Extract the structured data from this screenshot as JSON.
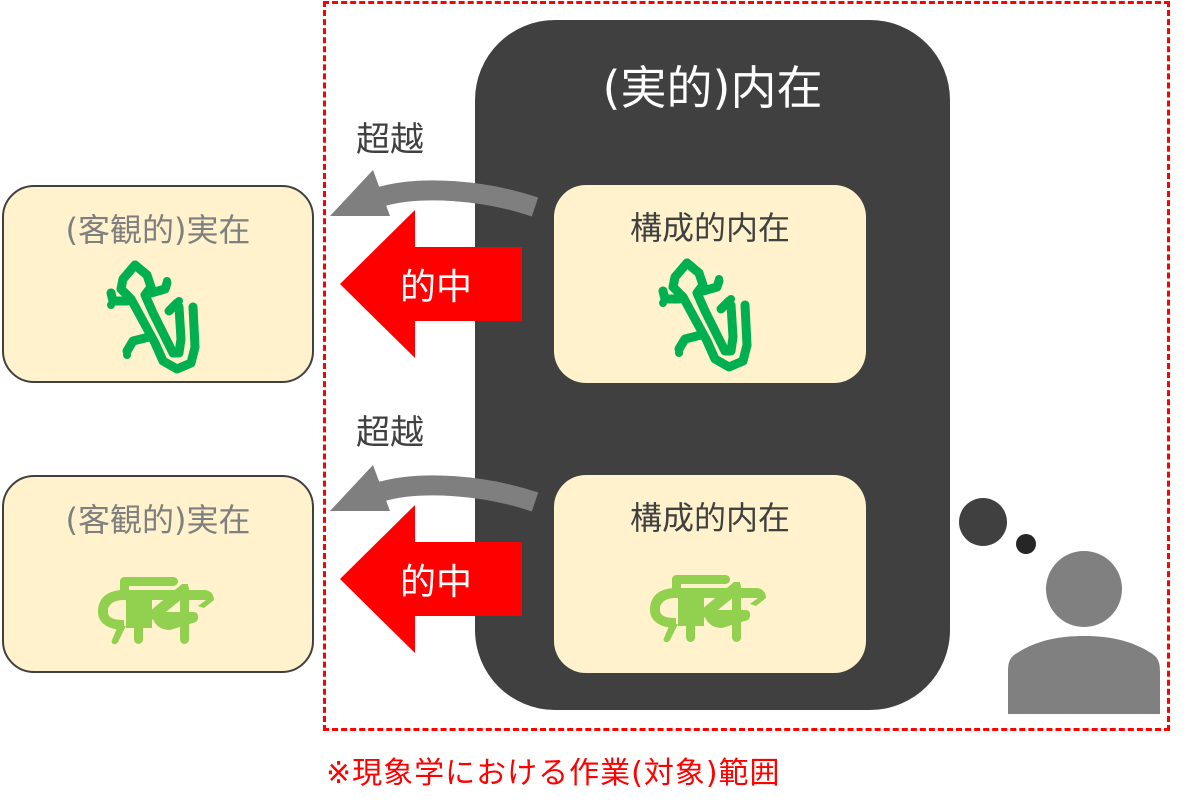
{
  "diagram": {
    "scope_note": "※現象学における作業(対象)範囲",
    "immanence_panel": {
      "title": "(実的)内在"
    },
    "rows": [
      {
        "external_card": {
          "title": "(客観的)実在",
          "icon": "lizard-icon"
        },
        "internal_card": {
          "title": "構成的内在",
          "icon": "lizard-icon"
        },
        "transcend_label": "超越",
        "hit_label": "的中"
      },
      {
        "external_card": {
          "title": "(客観的)実在",
          "icon": "grasshopper-icon"
        },
        "internal_card": {
          "title": "構成的内在",
          "icon": "grasshopper-icon"
        },
        "transcend_label": "超越",
        "hit_label": "的中"
      }
    ],
    "observer": {
      "icon": "person-thinking-icon"
    },
    "colors": {
      "scope_border": "#ff0000",
      "panel": "#404040",
      "card": "#fff2cc",
      "lizard": "#00b050",
      "grasshopper": "#92d050",
      "hit_arrow": "#ff0000",
      "transcend_arrow": "#7f7f7f",
      "person": "#808080"
    }
  }
}
